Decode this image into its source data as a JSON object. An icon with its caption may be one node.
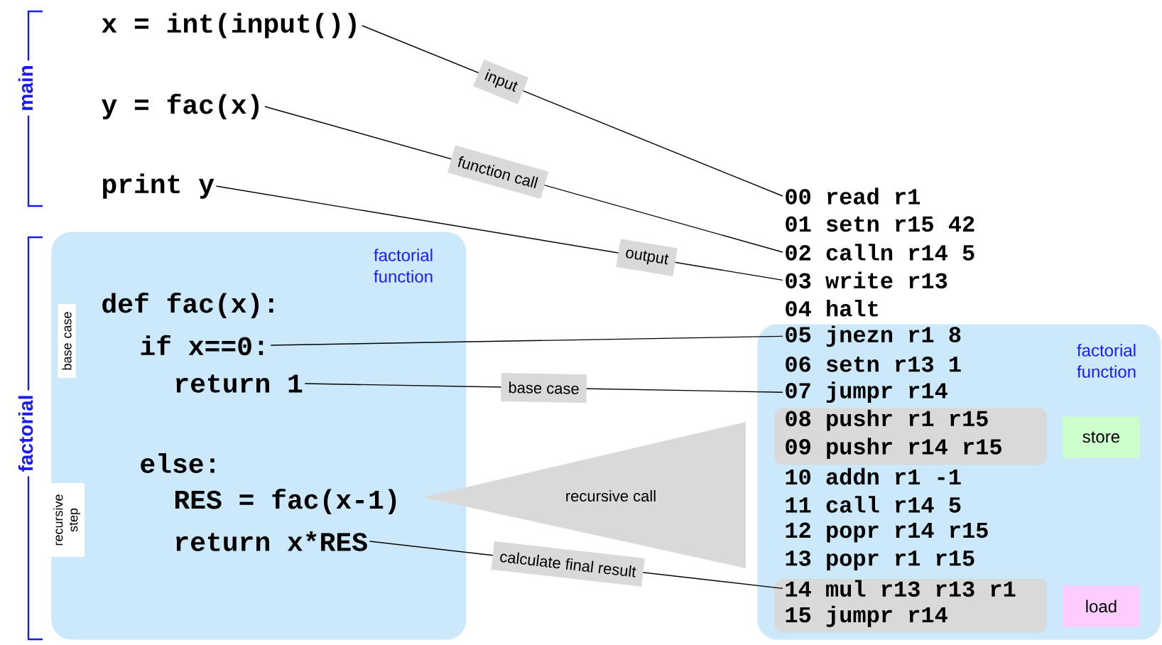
{
  "diagram": {
    "nodes": [
      {
        "text": [
          "x = int(input())"
        ]
      },
      {
        "text": [
          "y = fac(x)"
        ]
      },
      {
        "text": [
          "print y"
        ]
      },
      {
        "text": [
          "factorial function"
        ]
      },
      {
        "text": [
          "def fac(x):"
        ],
        "in": 3
      },
      {
        "text": [
          "if x==0:"
        ],
        "in": 3
      },
      {
        "text": [
          "return 1"
        ],
        "in": 3
      },
      {
        "text": [
          "else:"
        ],
        "in": 3
      },
      {
        "text": [
          "RES = fac(x-1)"
        ],
        "in": 3
      },
      {
        "text": [
          "return x*RES"
        ],
        "in": 3
      },
      {
        "text": [
          "00 read r1"
        ]
      },
      {
        "text": [
          "01 setn r15 42"
        ]
      },
      {
        "text": [
          "02 calln r14 5"
        ]
      },
      {
        "text": [
          "03 write r13"
        ]
      },
      {
        "text": [
          "04 halt"
        ]
      },
      {
        "text": [
          "factorial function"
        ]
      },
      {
        "text": [
          "05 jnezn r1 8"
        ],
        "in": 15
      },
      {
        "text": [
          "06 setn r13 1"
        ],
        "in": 15
      },
      {
        "text": [
          "07 jumpr r14"
        ],
        "in": 15
      },
      {
        "text": [],
        "shape": "box",
        "in": 15
      },
      {
        "text": [
          "08 pushr r1 r15"
        ],
        "in": 19
      },
      {
        "text": [
          "09 pushr r14 r15"
        ],
        "in": 19
      },
      {
        "text": [
          "10 addn r1 -1"
        ],
        "in": 15
      },
      {
        "text": [
          "11 call r14 5"
        ],
        "in": 15
      },
      {
        "text": [
          "12 popr r14 r15"
        ],
        "in": 15
      },
      {
        "text": [
          "13 popr r1 r15"
        ],
        "in": 15
      },
      {
        "text": [],
        "shape": "box",
        "in": 15
      },
      {
        "text": [
          "14 mul r13 r13 r1"
        ],
        "in": 26
      },
      {
        "text": [
          "15 jumpr r14"
        ],
        "in": 26
      },
      {
        "text": [
          "store"
        ],
        "in": 15
      },
      {
        "text": [
          "load"
        ],
        "in": 15
      },
      {
        "text": [
          "recursive call"
        ]
      }
    ],
    "edges": [
      {
        "from": 0,
        "to": 10,
        "arrow": "none",
        "label": "input"
      },
      {
        "from": 1,
        "to": 12,
        "arrow": "none",
        "label": "function call"
      },
      {
        "from": 2,
        "to": 13,
        "arrow": "none",
        "label": "output"
      },
      {
        "from": 5,
        "to": 16,
        "arrow": "none"
      },
      {
        "from": 6,
        "to": 18,
        "arrow": "none",
        "label": "base case"
      },
      {
        "from": 9,
        "to": 27,
        "arrow": "none",
        "label": "calculate final result"
      }
    ],
    "labels": [
      "main",
      "factorial",
      "base case",
      "recursive step"
    ]
  }
}
